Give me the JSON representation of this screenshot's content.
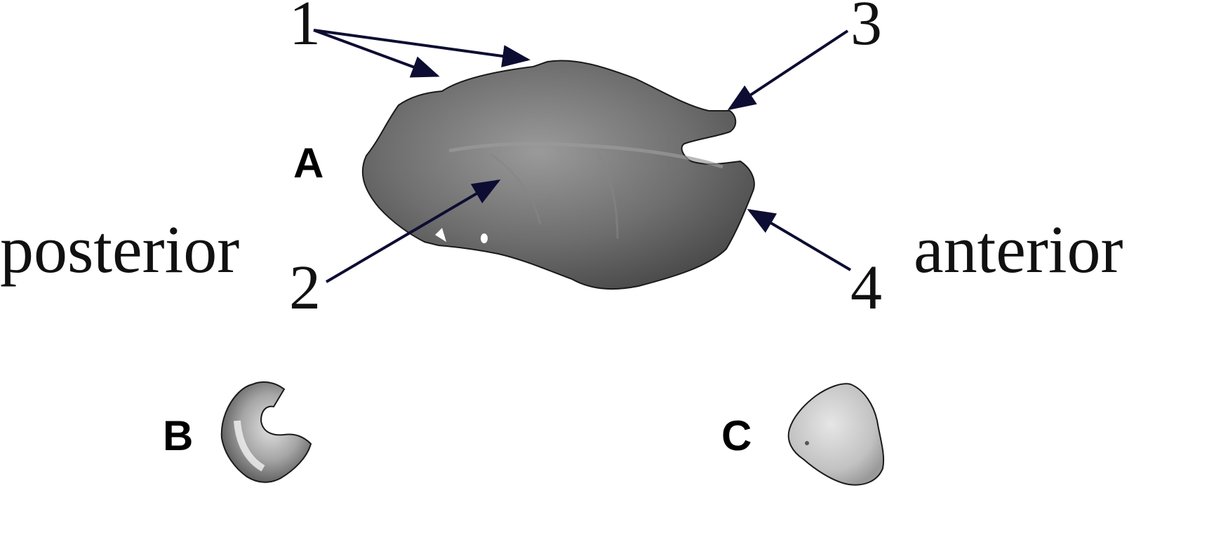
{
  "labels": {
    "posterior": "posterior",
    "anterior": "anterior",
    "panel_a": "A",
    "panel_b": "B",
    "panel_c": "C"
  },
  "callouts": [
    "1",
    "2",
    "3",
    "4"
  ],
  "colors": {
    "arrow": "#0d0d33",
    "otolith_a": "#6f6f6f",
    "otolith_b": "#8a8a8a",
    "otolith_c": "#bdbdbd",
    "text": "#111111"
  }
}
